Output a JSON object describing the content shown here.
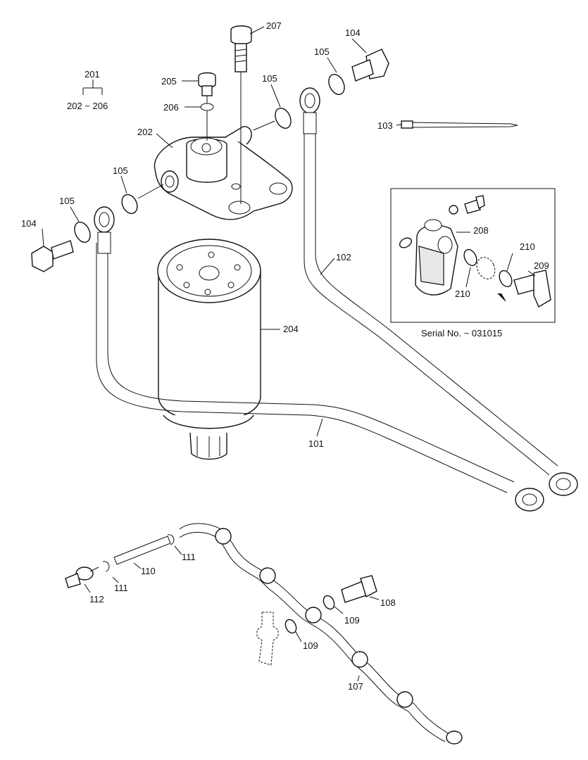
{
  "callouts": {
    "c201": "201",
    "c202_206": "202 ~ 206",
    "c202": "202",
    "c205": "205",
    "c206": "206",
    "c207": "207",
    "c105_a": "105",
    "c105_b": "105",
    "c105_c": "105",
    "c105_d": "105",
    "c104_a": "104",
    "c104_b": "104",
    "c103": "103",
    "c102": "102",
    "c101": "101",
    "c204": "204",
    "c208": "208",
    "c210_a": "210",
    "c210_b": "210",
    "c209": "209",
    "c111_a": "111",
    "c111_b": "111",
    "c110": "110",
    "c112": "112",
    "c108": "108",
    "c109_a": "109",
    "c109_b": "109",
    "c107": "107"
  },
  "inset": {
    "serial_note": "Serial No. ~ 031015"
  }
}
